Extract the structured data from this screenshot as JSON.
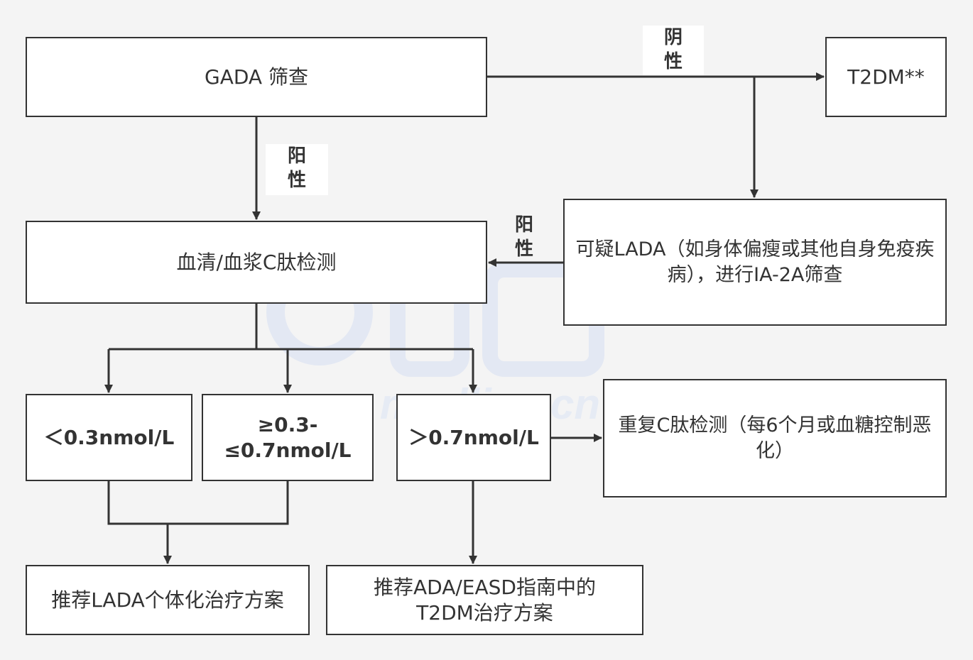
{
  "nodes": {
    "gada": "GADA 筛查",
    "t2dm": "T2DM**",
    "cpeptide": "血清/血浆C肽检测",
    "suspect": "可疑LADA（如身体偏瘦或其他自身免疫疾病），进行IA-2A筛查",
    "low": "＜0.3nmol/L",
    "mid_line1": "≥0.3-",
    "mid_line2": "≤0.7nmol/L",
    "high": "＞0.7nmol/L",
    "repeat": "重复C肽检测（每6个月或血糖控制恶化）",
    "lada_treatment": "推荐LADA个体化治疗方案",
    "ada_line1": "推荐ADA/EASD指南中的",
    "ada_line2": "T2DM治疗方案"
  },
  "edge_labels": {
    "negative_1": "阴",
    "negative_2": "性",
    "positive_1": "阳",
    "positive_2": "性"
  },
  "watermark": {
    "brand": "medlive.cn"
  },
  "colors": {
    "stroke": "#333333",
    "box_fill": "#ffffff",
    "background": "#f4f4f4",
    "watermark": "#dde4f2"
  }
}
